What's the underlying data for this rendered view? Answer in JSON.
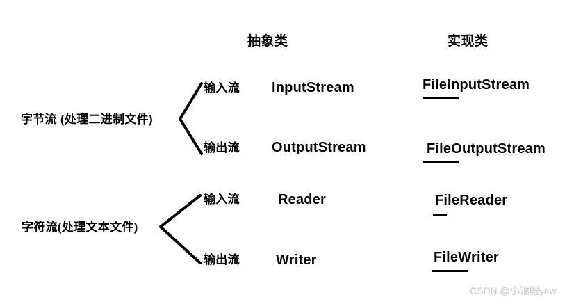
{
  "diagram": {
    "title_columns": [
      {
        "label": "抽象类"
      },
      {
        "label": "实现类"
      }
    ],
    "groups": [
      {
        "category_label": "字节流 (处理二进制文件)",
        "branches": [
          {
            "direction_label": "输入流",
            "abstract_class": "InputStream",
            "impl_class": "FileInputStream"
          },
          {
            "direction_label": "输出流",
            "abstract_class": "OutputStream",
            "impl_class": "FileOutputStream"
          }
        ]
      },
      {
        "category_label": "字符流(处理文本文件)",
        "branches": [
          {
            "direction_label": "输入流",
            "abstract_class": "Reader",
            "impl_class": "FileReader"
          },
          {
            "direction_label": "输出流",
            "abstract_class": "Writer",
            "impl_class": "FileWriter"
          }
        ]
      }
    ]
  },
  "watermark": {
    "text": "CSDN @小锦鲤yaw"
  },
  "colors": {
    "background": "#ffffff",
    "foreground": "#000000",
    "watermark": "#c9c9c9"
  }
}
